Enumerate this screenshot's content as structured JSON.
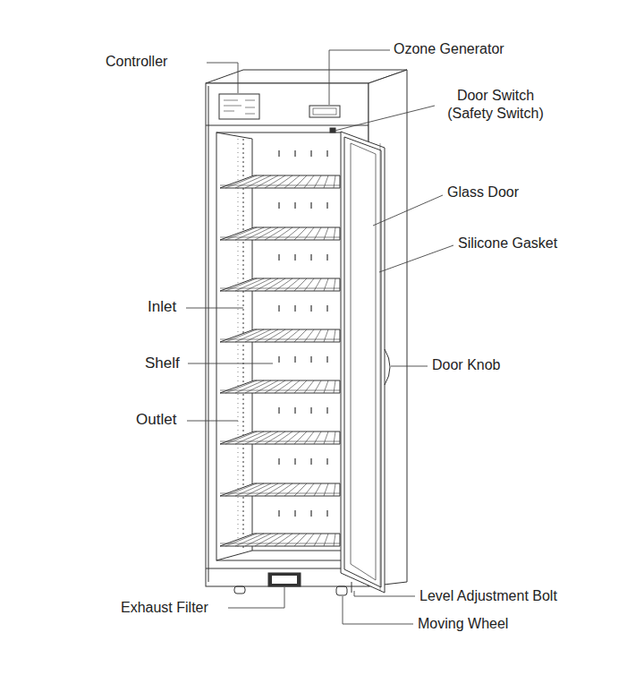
{
  "diagram": {
    "labels": [
      "Controller",
      "Ozone Generator",
      "Door Switch (Safety Switch)",
      "Glass Door",
      "Silicone Gasket",
      "Inlet",
      "Shelf",
      "Door Knob",
      "Outlet",
      "Exhaust Filter",
      "Level Adjustment Bolt",
      "Moving Wheel"
    ]
  }
}
